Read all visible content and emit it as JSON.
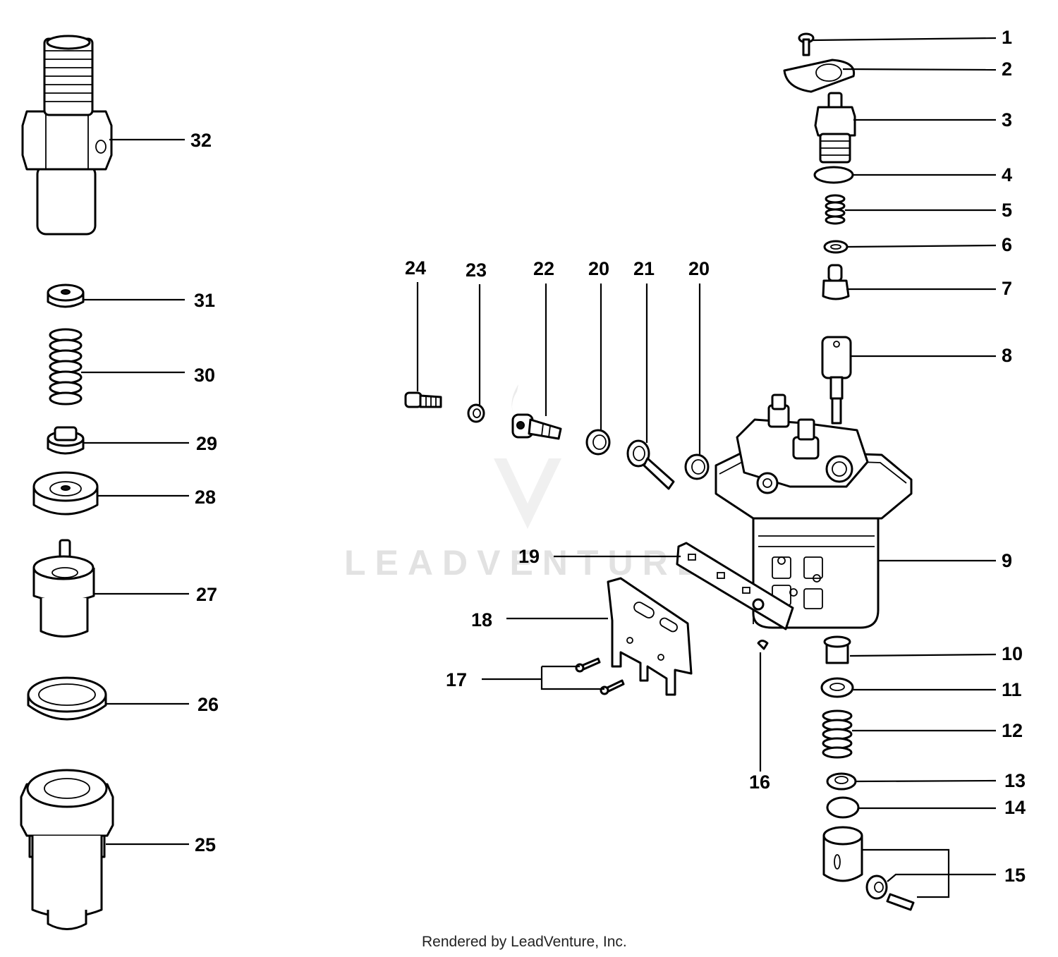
{
  "diagram": {
    "watermark": "LEADVENTURE",
    "footer": "Rendered by LeadVenture, Inc.",
    "callouts": [
      "1",
      "2",
      "3",
      "4",
      "5",
      "6",
      "7",
      "8",
      "9",
      "10",
      "11",
      "12",
      "13",
      "14",
      "15",
      "16",
      "17",
      "18",
      "19",
      "20",
      "20",
      "21",
      "22",
      "23",
      "24",
      "25",
      "26",
      "27",
      "28",
      "29",
      "30",
      "31",
      "32"
    ]
  },
  "colors": {
    "ink": "#000000",
    "watermark": "#e2e2e2",
    "background": "#ffffff"
  }
}
